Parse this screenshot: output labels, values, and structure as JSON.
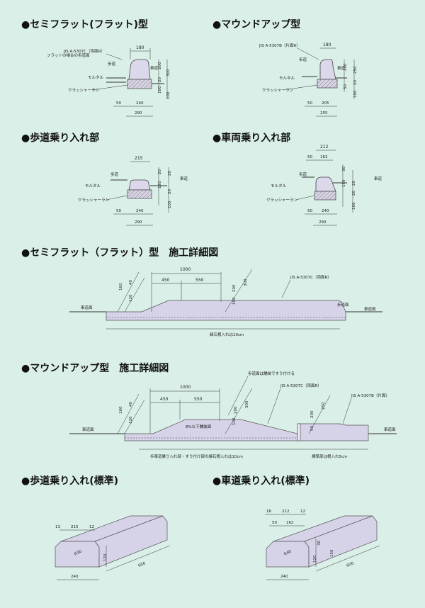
{
  "titles": {
    "semi_flat": "●セミフラット(フラット)型",
    "mound_up": "●マウンドアップ型",
    "sidewalk_entry": "●歩道乗り入れ部",
    "vehicle_entry": "●車両乗り入れ部",
    "semi_flat_detail": "●セミフラット（フラット）型　施工詳細図",
    "mound_up_detail": "●マウンドアップ型　施工詳細図",
    "sidewalk_entry_std": "●歩道乗り入れ(標準)",
    "vehicle_entry_std": "●車道乗り入れ(標準)"
  },
  "labels": {
    "jis_c": "JIS A-5307C（両面R）",
    "jis_b": "JIS A-5307B（片面R）",
    "jis_b2": "JIS A-5307B（片面）",
    "flat_case": "フラットの場合の歩道面",
    "sidewalk": "歩道",
    "roadway": "車道",
    "mortar": "モルタル",
    "crusher_run": "クラッシャーラン",
    "road_surface": "車道面",
    "sidewalk_surface": "歩道面",
    "embed_10": "縁石根入れは10cm",
    "paving_note": "歩道面は舗装ですり付ける",
    "slope_note": "8%以下舗装面",
    "detail_note_a": "歩車道乗り入れ部・すり付け部の縁石根入れは10cm",
    "detail_note_b": "標準部は根入れ5cm"
  },
  "dims": {
    "d180": "180",
    "d200": "200",
    "d20": "20",
    "d100": "100",
    "d300": "300",
    "d50": "50",
    "d240": "240",
    "d290": "290",
    "d250": "250",
    "d205": "205",
    "d255": "255",
    "d215": "215",
    "d212": "212",
    "d162": "162",
    "d30": "30",
    "d150": "150",
    "d1000": "1000",
    "d450": "450",
    "d550": "550",
    "d160": "160",
    "d40": "40",
    "d120": "120",
    "d600": "600",
    "d13": "13",
    "d12": "12",
    "d16": "16",
    "r30": "R30",
    "r40": "R40"
  }
}
